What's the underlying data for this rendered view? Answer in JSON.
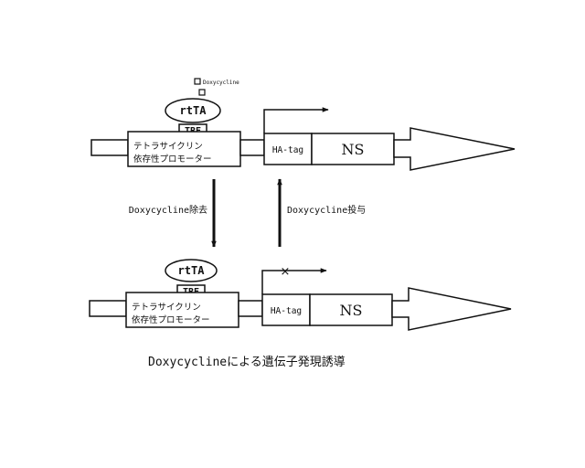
{
  "top_construct": {
    "drug_label": "Doxycycline",
    "activator_label": "rtTA",
    "element_label": "TRE",
    "promoter_line1": "テトラサイクリン",
    "promoter_line2": "依存性プロモーター",
    "tag_label": "HA-tag",
    "gene_label": "NS",
    "transcription": "active"
  },
  "bottom_construct": {
    "activator_label": "rtTA",
    "element_label": "TRE",
    "promoter_line1": "テトラサイクリン",
    "promoter_line2": "依存性プロモーター",
    "tag_label": "HA-tag",
    "gene_label": "NS",
    "transcription": "blocked",
    "block_mark": "×"
  },
  "transitions": {
    "removal_label": "Doxycycline除去",
    "addition_label": "Doxycycline投与"
  },
  "caption": "Doxycyclineによる遺伝子発現誘導"
}
